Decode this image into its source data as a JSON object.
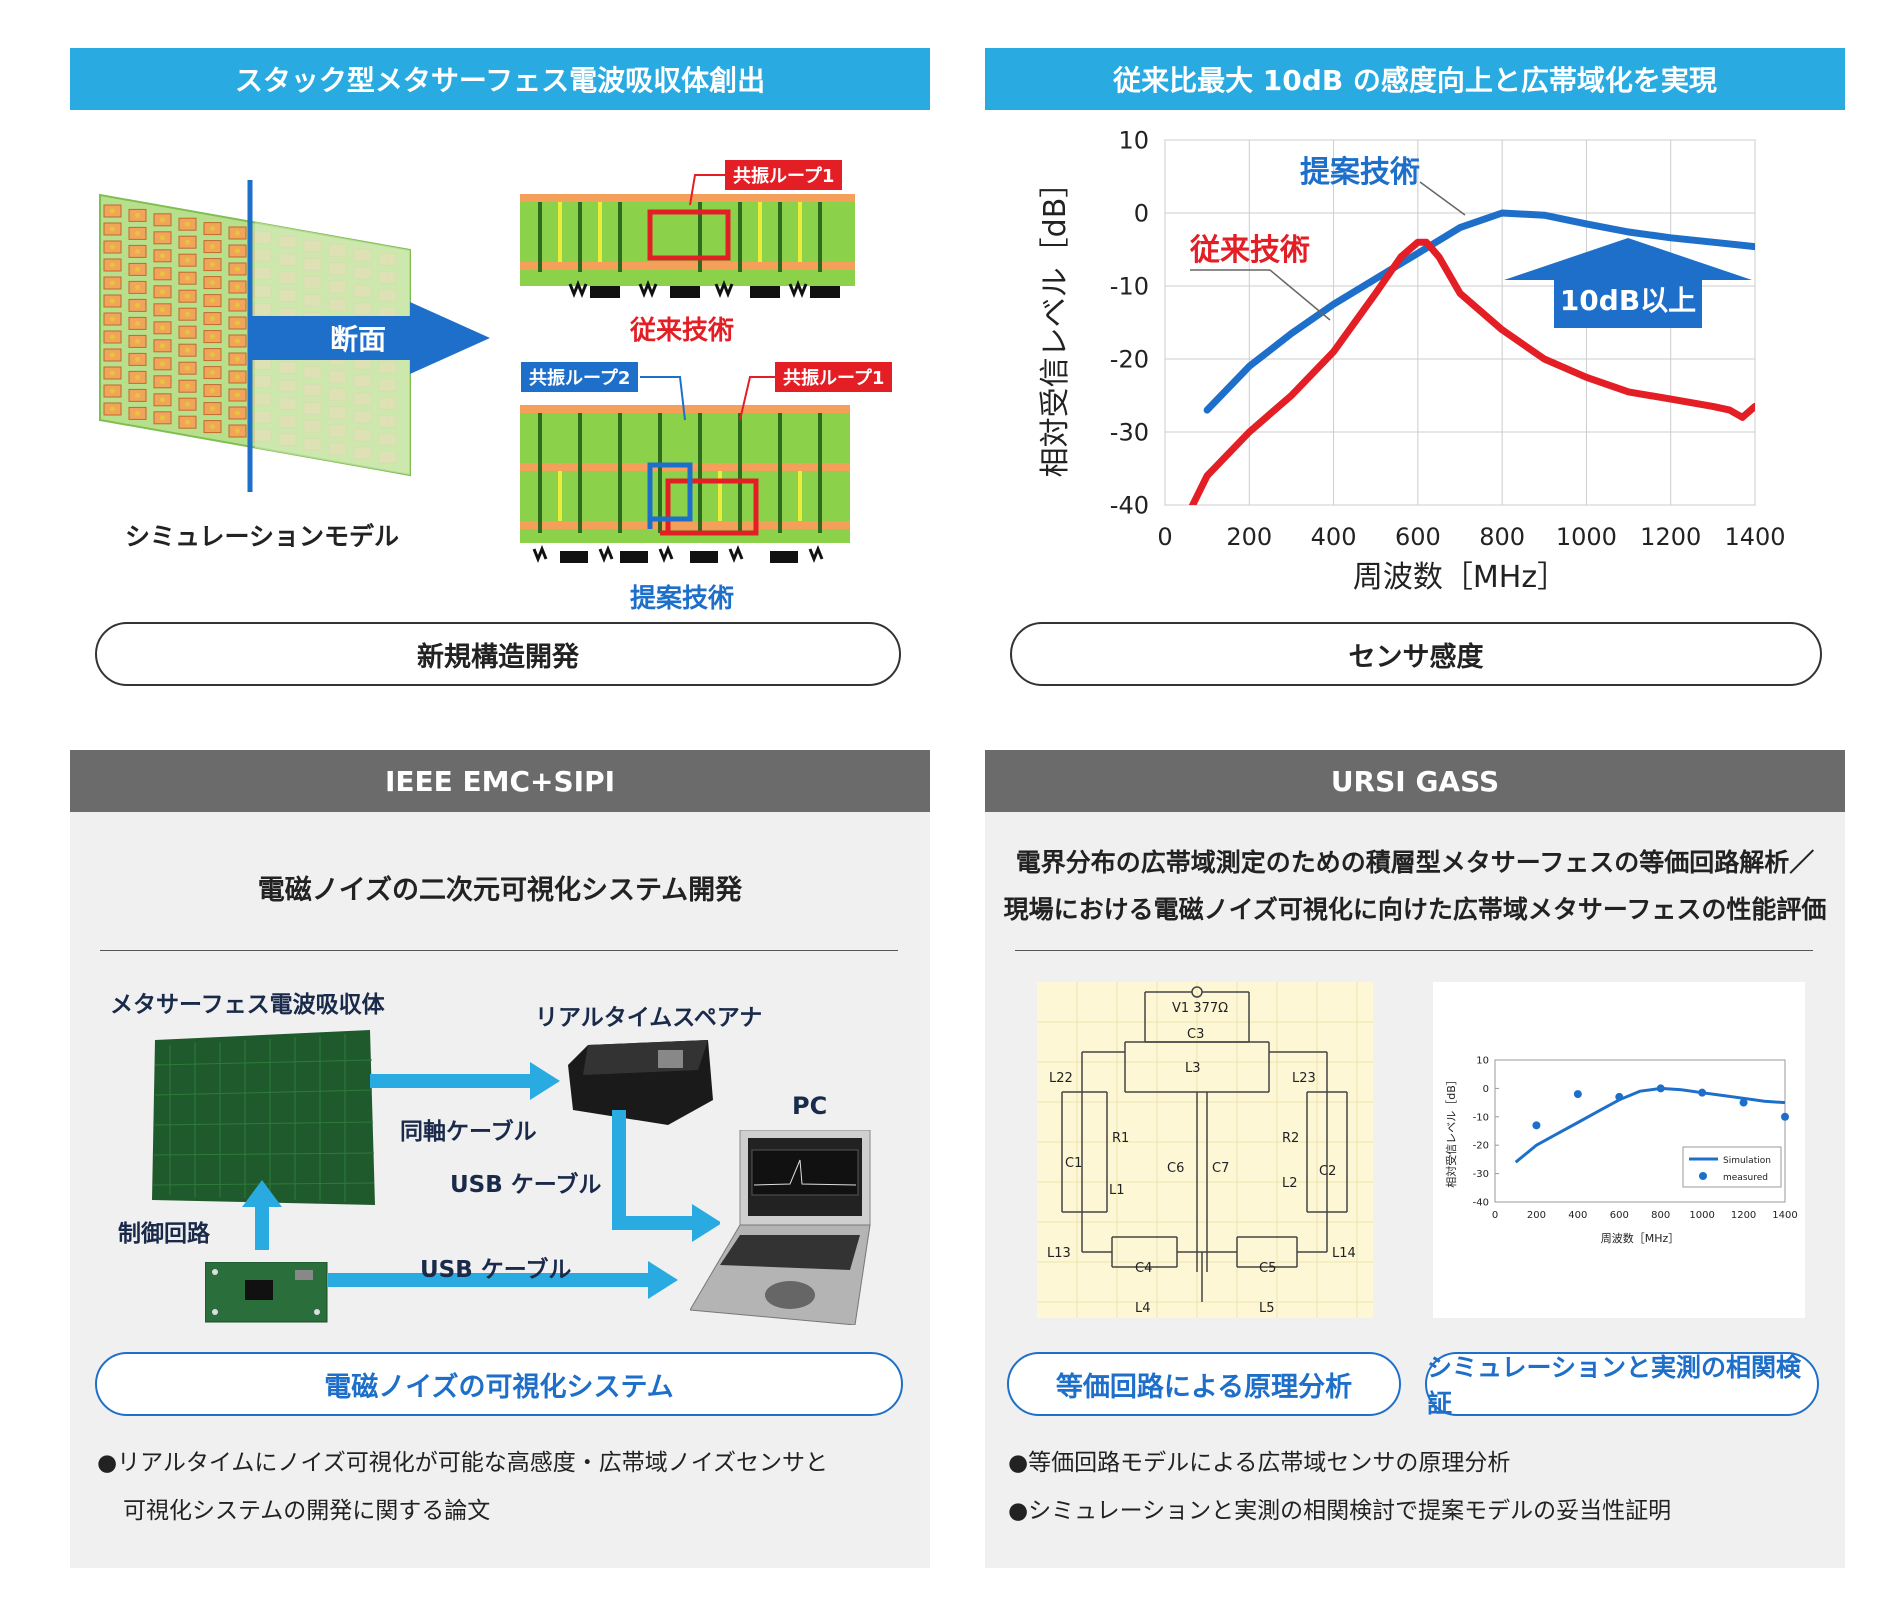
{
  "panel_tl": {
    "title": "スタック型メタサーフェス電波吸収体創出",
    "cross_section_label": "断面",
    "model_label": "シミュレーションモデル",
    "loop1_label": "共振ループ1",
    "loop2_label": "共振ループ2",
    "conventional_label": "従来技術",
    "proposed_label": "提案技術",
    "pill": "新規構造開発"
  },
  "panel_tr": {
    "title": "従来比最大 10dB の感度向上と広帯域化を実現",
    "pill": "センサ感度",
    "improvement_label": "10dB以上"
  },
  "chart_data": [
    {
      "type": "line",
      "xlabel": "周波数［MHz］",
      "ylabel": "相対受信レベル［dB］",
      "xlim": [
        0,
        1400
      ],
      "ylim": [
        -40,
        10
      ],
      "xticks": [
        "0",
        "200",
        "400",
        "600",
        "800",
        "1000",
        "1200",
        "1400"
      ],
      "yticks": [
        "10",
        "0",
        "-10",
        "-20",
        "-30",
        "-40"
      ],
      "grid": true,
      "series": [
        {
          "name": "提案技術",
          "color": "#1e6fc9",
          "x": [
            100,
            200,
            300,
            400,
            500,
            600,
            700,
            800,
            900,
            1000,
            1100,
            1200,
            1300,
            1400
          ],
          "y": [
            -27,
            -21,
            -16.5,
            -12.5,
            -9,
            -5.5,
            -2,
            0,
            -0.3,
            -1.5,
            -2.6,
            -3.4,
            -4,
            -4.6
          ]
        },
        {
          "name": "従来技術",
          "color": "#e31e24",
          "x": [
            40,
            100,
            200,
            300,
            400,
            500,
            560,
            600,
            620,
            650,
            700,
            800,
            900,
            1000,
            1100,
            1200,
            1300,
            1340,
            1370,
            1400
          ],
          "y": [
            -43,
            -36,
            -30,
            -25,
            -19,
            -11,
            -6,
            -4,
            -4,
            -6,
            -11,
            -16,
            -20,
            -22.5,
            -24.5,
            -25.5,
            -26.5,
            -27,
            -28,
            -26.5
          ]
        }
      ]
    },
    {
      "type": "line",
      "xlabel": "周波数［MHz］",
      "ylabel": "相対受信レベル［dB］",
      "xlim": [
        0,
        1400
      ],
      "ylim": [
        -40,
        10
      ],
      "xticks": [
        "0",
        "200",
        "400",
        "600",
        "800",
        "1000",
        "1200",
        "1400"
      ],
      "yticks": [
        "10",
        "0",
        "-10",
        "-20",
        "-30",
        "-40"
      ],
      "series": [
        {
          "name": "Simulation",
          "color": "#1e6fc9",
          "x": [
            100,
            200,
            300,
            400,
            500,
            600,
            700,
            800,
            900,
            1000,
            1100,
            1200,
            1300,
            1400
          ],
          "y": [
            -26,
            -20,
            -16,
            -12,
            -8,
            -4,
            -1,
            0,
            -0.5,
            -1.5,
            -2.5,
            -3.5,
            -4.5,
            -5
          ]
        },
        {
          "name": "measured",
          "color": "#1e6fc9",
          "x": [
            200,
            400,
            600,
            800,
            1000,
            1200,
            1400
          ],
          "y": [
            -13,
            -2,
            -3,
            0,
            -1.5,
            -5,
            -10
          ]
        }
      ]
    }
  ],
  "panel_bl": {
    "title": "IEEE EMC+SIPI",
    "subtitle": "電磁ノイズの二次元可視化システム開発",
    "absorber_label": "メタサーフェス電波吸収体",
    "analyzer_label": "リアルタイムスペアナ",
    "pc_label": "PC",
    "coax_label": "同軸ケーブル",
    "usb_label_1": "USB ケーブル",
    "usb_label_2": "USB ケーブル",
    "control_label": "制御回路",
    "pill": "電磁ノイズの可視化システム",
    "bullet_1a": "●リアルタイムにノイズ可視化が可能な高感度・広帯域ノイズセンサと",
    "bullet_1b": "可視化システムの開発に関する論文"
  },
  "panel_br": {
    "title": "URSI GASS",
    "subtitle_1": "電界分布の広帯域測定のための積層型メタサーフェスの等価回路解析／",
    "subtitle_2": "現場における電磁ノイズ可視化に向けた広帯域メタサーフェスの性能評価",
    "circuit": {
      "v1": "V1 377Ω",
      "c3": "C3",
      "l3": "L3",
      "l22": "L22",
      "l23": "L23",
      "r1": "R1",
      "r2": "R2",
      "c1": "C1",
      "c2": "C2",
      "l1": "L1",
      "l2": "L2",
      "c6": "C6",
      "c7": "C7",
      "l13": "L13",
      "l14": "L14",
      "c4": "C4",
      "c5": "C5",
      "l4": "L4",
      "l5": "L5"
    },
    "pill_1": "等価回路による原理分析",
    "pill_2": "シミュレーションと実測の相関検証",
    "bullet_1": "●等価回路モデルによる広帯域センサの原理分析",
    "bullet_2": "●シミュレーションと実測の相関検討で提案モデルの妥当性証明"
  },
  "colors": {
    "accent_blue": "#29abe2",
    "proposed_blue": "#1e6fc9",
    "conventional_red": "#e31e24",
    "header_gray": "#6b6b6b"
  }
}
